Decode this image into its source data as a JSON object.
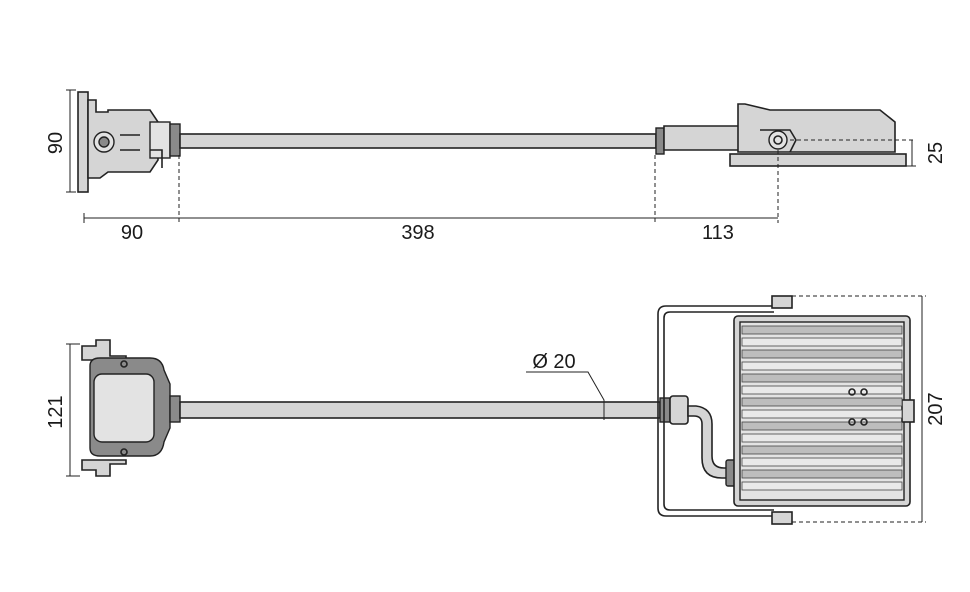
{
  "dimensions": {
    "side_height": "90",
    "bracket_length": "90",
    "arm_length": "398",
    "head_length": "113",
    "head_thickness": "25",
    "front_height": "121",
    "tube_diameter": "Ø 20",
    "head_height": "207"
  },
  "colors": {
    "line": "#222222",
    "body": "#d5d5d5",
    "dark": "#8a8a8a"
  }
}
